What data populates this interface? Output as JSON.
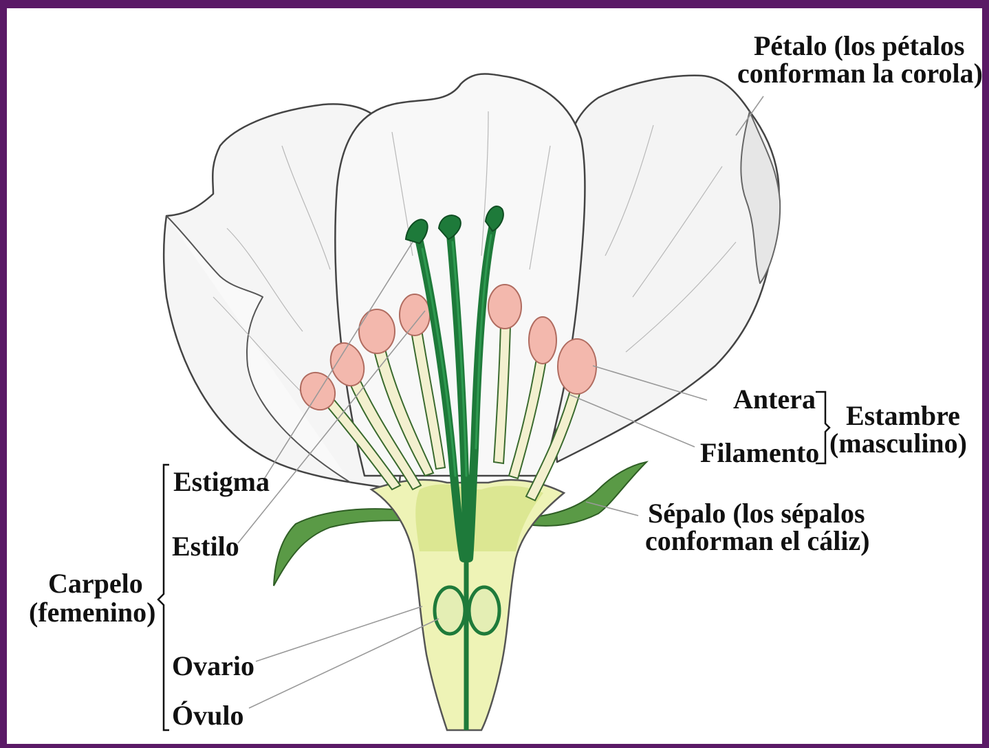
{
  "labels": {
    "petalo_line1": "Pétalo (los pétalos",
    "petalo_line2": "conforman la corola)",
    "antera": "Antera",
    "filamento": "Filamento",
    "estambre_line1": "Estambre",
    "estambre_line2": "(masculino)",
    "sepalo_line1": "Sépalo (los sépalos",
    "sepalo_line2": "conforman el cáliz)",
    "estigma": "Estigma",
    "estilo": "Estilo",
    "carpelo_line1": "Carpelo",
    "carpelo_line2": "(femenino)",
    "ovario": "Ovario",
    "ovulo": "Óvulo"
  },
  "colors": {
    "frame": "#5a1a66",
    "petal_fill": "#f6f6f6",
    "petal_outline": "#444444",
    "anther": "#f2b8ad",
    "pistil": "#1e7a3a",
    "receptacle": "#eef3b8",
    "sepal": "#4c8a3a"
  }
}
